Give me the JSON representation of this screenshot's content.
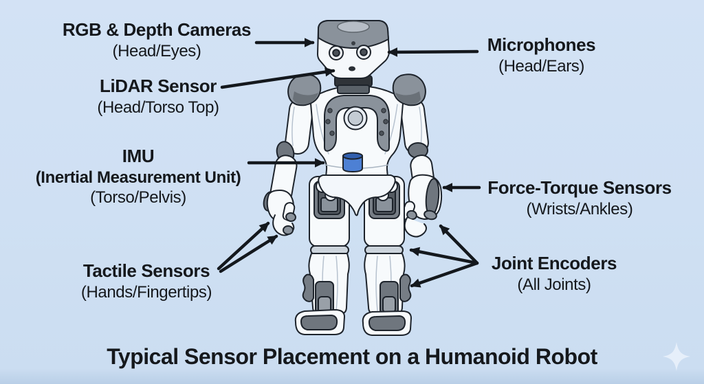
{
  "title": "Typical Sensor Placement on a Humanoid Robot",
  "labels": {
    "rgb_depth_cameras": {
      "name": "RGB & Depth Cameras",
      "location": "(Head/Eyes)"
    },
    "lidar": {
      "name": "LiDAR Sensor",
      "location": "(Head/Torso Top)"
    },
    "imu": {
      "name": "IMU",
      "expansion": "(Inertial Measurement Unit)",
      "location": "(Torso/Pelvis)"
    },
    "microphones": {
      "name": "Microphones",
      "location": "(Head/Ears)"
    },
    "force_torque": {
      "name": "Force-Torque Sensors",
      "location": "(Wrists/Ankles)"
    },
    "tactile": {
      "name": "Tactile Sensors",
      "location": "(Hands/Fingertips)"
    },
    "joint_encoders": {
      "name": "Joint Encoders",
      "location": "(All Joints)"
    }
  },
  "icons": {
    "sparkle": "four-point-star"
  },
  "colors": {
    "background": "#cfe0f3",
    "text": "#15181c",
    "arrow": "#14181d",
    "robot_white": "#f7fafc",
    "robot_gray": "#8a929b",
    "robot_gray_dark": "#6f767e",
    "robot_charcoal": "#2f3338",
    "belly_panel_blue": "#4d80d4",
    "outline": "#1d232b",
    "sparkle": "#e9f1fb"
  }
}
